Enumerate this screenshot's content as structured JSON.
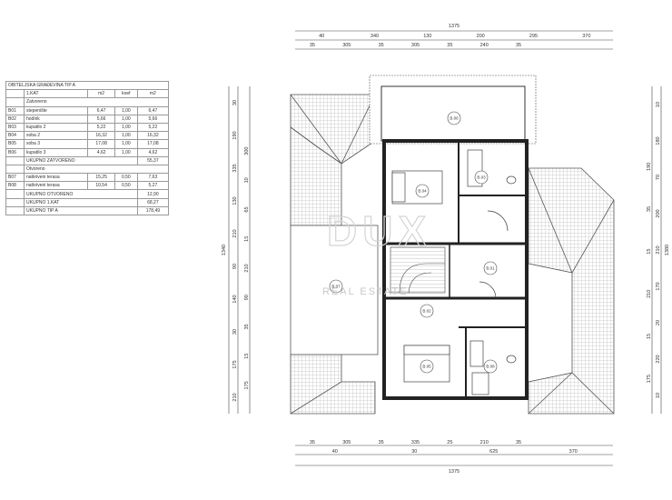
{
  "schedule": {
    "title": "OBITELJSKA GRAĐEVINA TIP A",
    "col_floor": "1.KAT",
    "col_m2": "m2",
    "col_koef": "koef",
    "col_m2b": "m2",
    "section_closed": "Zatvoreno",
    "rows_closed": [
      {
        "code": "B01",
        "name": "stepenište",
        "m2": "6,47",
        "koef": "1,00",
        "m2b": "6,47"
      },
      {
        "code": "B02",
        "name": "hodnik",
        "m2": "5,66",
        "koef": "1,00",
        "m2b": "5,66"
      },
      {
        "code": "B03",
        "name": "kupatilo 2",
        "m2": "5,22",
        "koef": "1,00",
        "m2b": "5,22"
      },
      {
        "code": "B04",
        "name": "soba 2",
        "m2": "16,32",
        "koef": "1,00",
        "m2b": "16,32"
      },
      {
        "code": "B05",
        "name": "soba 3",
        "m2": "17,08",
        "koef": "1,00",
        "m2b": "17,08"
      },
      {
        "code": "B06",
        "name": "kupatilo 3",
        "m2": "4,62",
        "koef": "1,00",
        "m2b": "4,62"
      }
    ],
    "total_closed_label": "UKUPNO ZATVORENO",
    "total_closed_value": "55,37",
    "section_open": "Otvoreno",
    "rows_open": [
      {
        "code": "B07",
        "name": "natkriveni terasa",
        "m2": "15,25",
        "koef": "0,50",
        "m2b": "7,63"
      },
      {
        "code": "B08",
        "name": "natkriveni terasa",
        "m2": "10,54",
        "koef": "0,50",
        "m2b": "5,27"
      }
    ],
    "total_open_label": "UKUPNO OTVORENO",
    "total_open_value": "12,90",
    "total_floor_label": "UKUPNO 1.KAT",
    "total_floor_value": "68,27",
    "total_type_label": "UKUPNO TIP A",
    "total_type_value": "178,49"
  },
  "plan": {
    "top_total": "1375",
    "top_row1": [
      "40",
      "340",
      "130",
      "200",
      "295",
      "370"
    ],
    "top_row2": [
      "35",
      "305",
      "35",
      "305",
      "35",
      "240",
      "35"
    ],
    "bottom_row1": [
      "35",
      "305",
      "35",
      "335",
      "25",
      "210",
      "35"
    ],
    "bottom_row2": [
      "40",
      "30",
      "625",
      "370"
    ],
    "bottom_total": "1375",
    "left_total": "1340",
    "left_outer": [
      "30",
      "190",
      "335",
      "130",
      "210",
      "90",
      "140",
      "30",
      "175",
      "210"
    ],
    "left_inner": [
      "300",
      "10",
      "65",
      "15",
      "210",
      "90",
      "35",
      "15",
      "175"
    ],
    "right_total": "1380",
    "right_outer": [
      "10",
      "180",
      "70",
      "200",
      "210",
      "170",
      "20",
      "220",
      "10"
    ],
    "right_inner": [
      "190",
      "35",
      "15",
      "210",
      "15",
      "175"
    ],
    "room_labels": [
      "B.06",
      "B.03",
      "B.04",
      "B.01",
      "B.07",
      "B.02",
      "B.05",
      "B.08"
    ],
    "watermark_main": "DUX",
    "watermark_sub": "REAL ESTATE"
  }
}
